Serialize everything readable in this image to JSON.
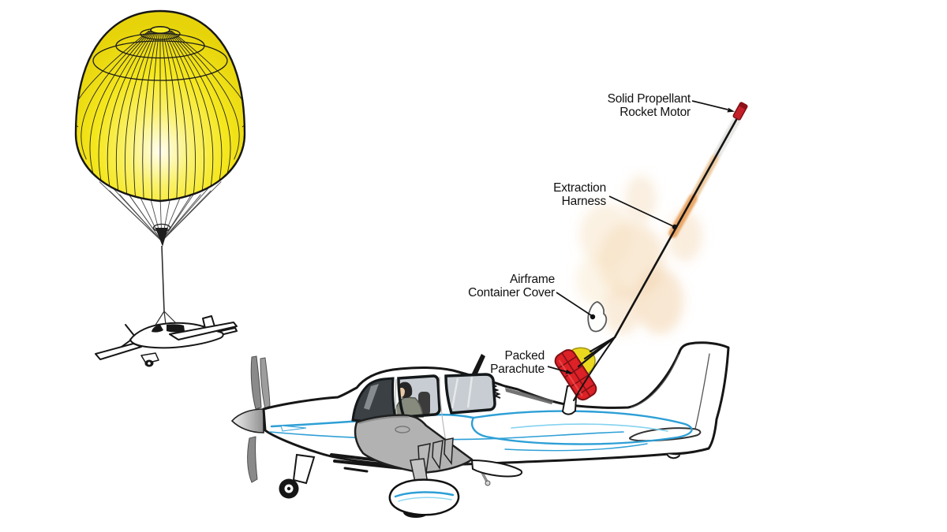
{
  "labels": {
    "rocket_motor": {
      "line1": "Solid Propellant",
      "line2": "Rocket Motor"
    },
    "extraction_harness": {
      "line1": "Extraction",
      "line2": "Harness"
    },
    "container_cover": {
      "line1": "Airframe",
      "line2": "Container Cover"
    },
    "packed_parachute": {
      "line1": "Packed",
      "line2": "Parachute"
    }
  },
  "colors": {
    "background": "#ffffff",
    "canopy_yellow": "#f2e414",
    "packed_parachute_red": "#dc2127",
    "rocket_motor_red": "#c4202a",
    "exhaust_orange": "#eaa767",
    "accent_blue": "#2d9fd6",
    "outline_black": "#161616",
    "wing_gray": "#b2b2b2"
  }
}
